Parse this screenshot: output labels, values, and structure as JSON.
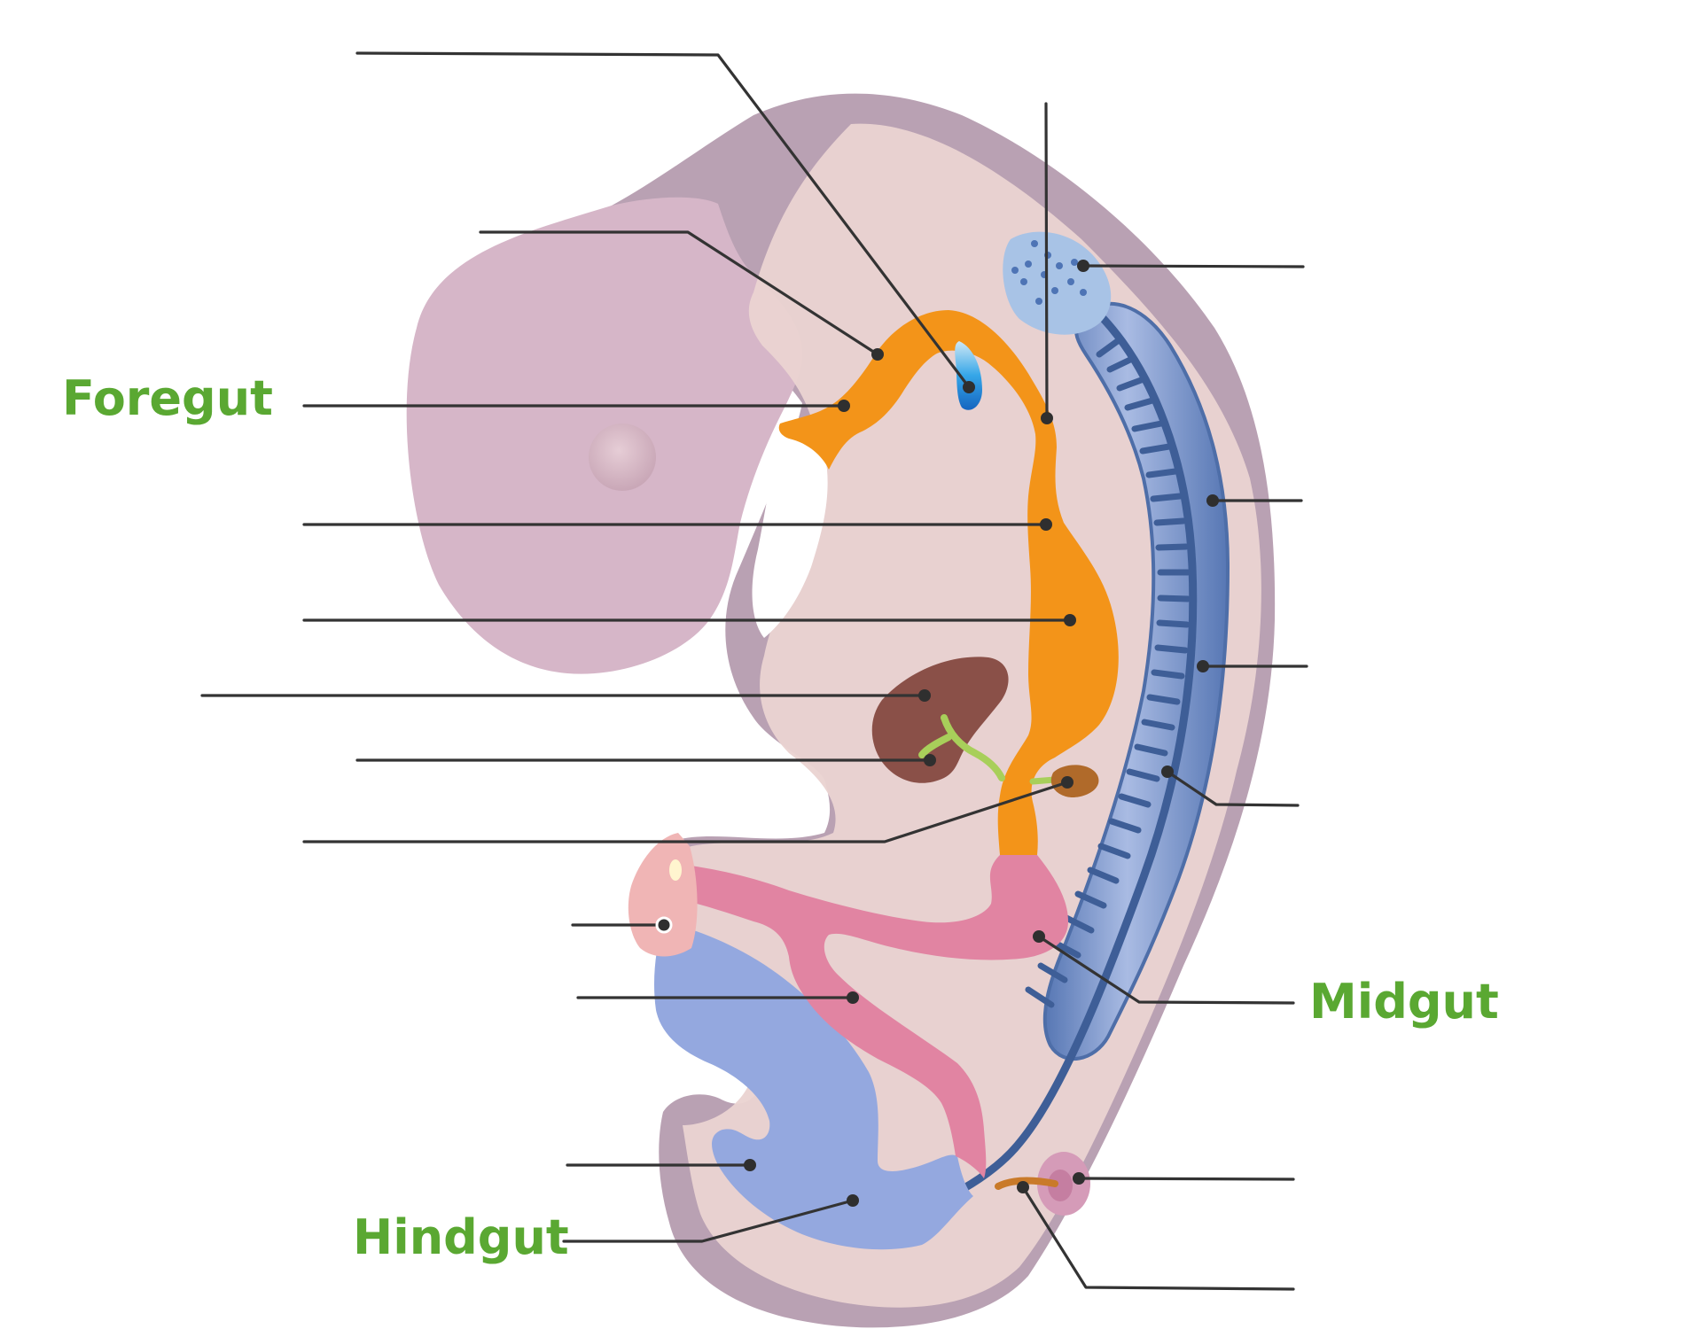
{
  "regions": {
    "foregut": "Foregut",
    "midgut": "Midgut",
    "hindgut": "Hindgut"
  },
  "colors": {
    "label_green": "#5aa832",
    "body_outer": "#b9a1b3",
    "body_inner": "#e9d2d1",
    "head": "#d6b6c8",
    "foregut_orange": "#f39419",
    "liver": "#8a5048",
    "yolk_stalk_pink": "#e184a2",
    "allantois_blue": "#94a8df",
    "mesonephros_blue": "#6f8fc8",
    "duct_dark_blue": "#3e5e97",
    "lung_bud_blue": "#1e88e5",
    "gallbladder_green": "#a8cf5a",
    "pancreas_brown": "#b06a2a"
  },
  "icons": {
    "leader_endpoint": "dot-icon"
  }
}
